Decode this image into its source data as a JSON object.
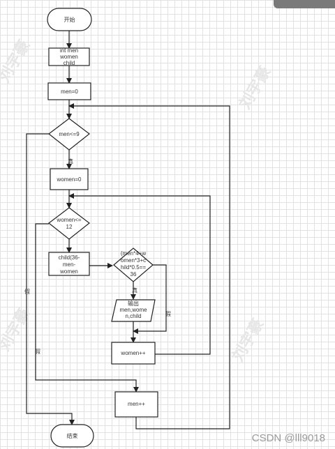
{
  "nodes": {
    "start": "开始",
    "declare": [
      "int men",
      "women",
      "child"
    ],
    "init_men": "men=0",
    "cond_men": "men<=9",
    "init_women": "women=0",
    "cond_women": [
      "women<=",
      "12"
    ],
    "calc_child": [
      "child(36-",
      "men-",
      "women"
    ],
    "cond_equation": [
      "(men*4+w",
      "omen*3+c",
      "hild*0.5==",
      "36"
    ],
    "output": [
      "输出",
      "men,wome",
      "n,child"
    ],
    "inc_women": "women++",
    "inc_men": "men++",
    "end": "结束"
  },
  "edge_labels": {
    "true_men": "真",
    "true_equation": "真",
    "false_men": "假",
    "false_women": "假",
    "false_equation": "假"
  },
  "watermark": "刘宇豪",
  "credit": "CSDN @lll9018",
  "colors": {
    "line": "#222222",
    "grid": "#e2e2e2",
    "text": "#333333"
  }
}
